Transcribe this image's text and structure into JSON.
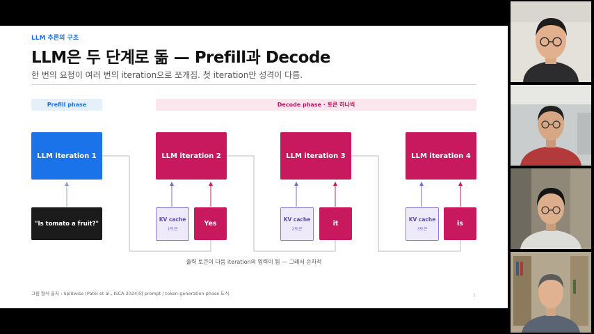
{
  "slide": {
    "eyebrow": "LLM 추론의 구조",
    "title": "LLM은 두 단계로 돎 — Prefill과 Decode",
    "subtitle": "한 번의 요청이 여러 번의 iteration으로 쪼개짐. 첫 iteration만 성격이 다름.",
    "prefill_label": "Prefill phase",
    "decode_label": "Decode phase · 토큰 하나씩",
    "iterations": [
      "LLM iteration 1",
      "LLM iteration 2",
      "LLM iteration 3",
      "LLM iteration 4"
    ],
    "prompt": "\"Is tomato a fruit?\"",
    "kv_caches": [
      {
        "title": "KV cache",
        "sub": "1토큰"
      },
      {
        "title": "KV cache",
        "sub": "2토큰"
      },
      {
        "title": "KV cache",
        "sub": "3토큰"
      }
    ],
    "tokens": [
      "Yes",
      "it",
      "is"
    ],
    "caption": "출력 토큰이 다음 iteration의 입력이 됨 — 그래서 순차적",
    "source": "그림 형식 출처 : Splitwise (Patel et al., ISCA 2024)의 prompt / token-generation phase 도식.",
    "page_number": "1"
  },
  "colors": {
    "prefill_blue": "#1a73e8",
    "decode_magenta": "#c8185e",
    "kv_purple": "#8c7bd6",
    "prompt_dark": "#1b1b1b"
  },
  "participants": [
    {
      "name": ""
    },
    {
      "name": ""
    },
    {
      "name": ""
    },
    {
      "name": ""
    }
  ]
}
